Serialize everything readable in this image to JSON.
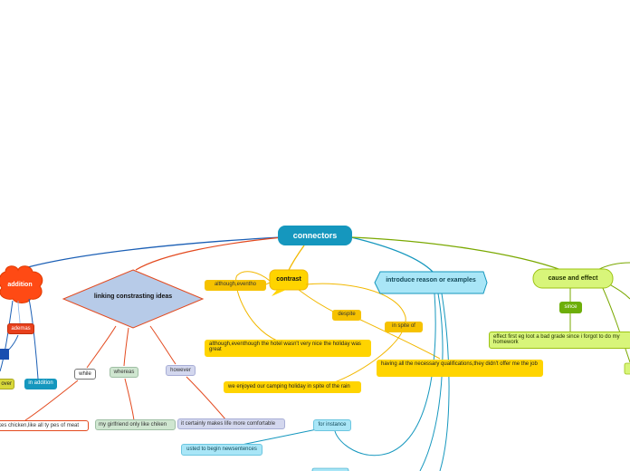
{
  "center": "connectors",
  "addition": {
    "label": "addition",
    "children": [
      "ademas",
      "in addition",
      "over",
      "kes chicken,like all ty pes of meat"
    ]
  },
  "linking": {
    "label": "linking constrasting ideas",
    "children": [
      "while",
      "whereas",
      "however"
    ],
    "examples": [
      "my girlfriend only like chiken",
      "it certainly makes life more comfortable"
    ]
  },
  "contrast": {
    "label": "contrast",
    "children": [
      "although,eventho",
      "despite",
      "in spite of"
    ],
    "examples": [
      "although,eventhough  the hotel wasn't very nice the holiday was great",
      "we enjoyed our camping holiday in spite of the rain",
      "having all the necessary qualifications,they didn't offer me the job"
    ]
  },
  "reason": {
    "label": "introduce reason or examples",
    "children": [
      "for instance",
      "usted to begin newsentences"
    ]
  },
  "cause": {
    "label": "cause and effect",
    "children": [
      "since"
    ],
    "examples": [
      "effect first eg loot a bad grade since i forgot to do my homework"
    ]
  },
  "colors": {
    "center": "#1597be",
    "addition": "#ff4a14",
    "diamond": "#b7cbe8",
    "contrast": "#ffd400",
    "reason": "#a9e6f7",
    "cause": "#d8f57a",
    "since": "#6dae09"
  }
}
